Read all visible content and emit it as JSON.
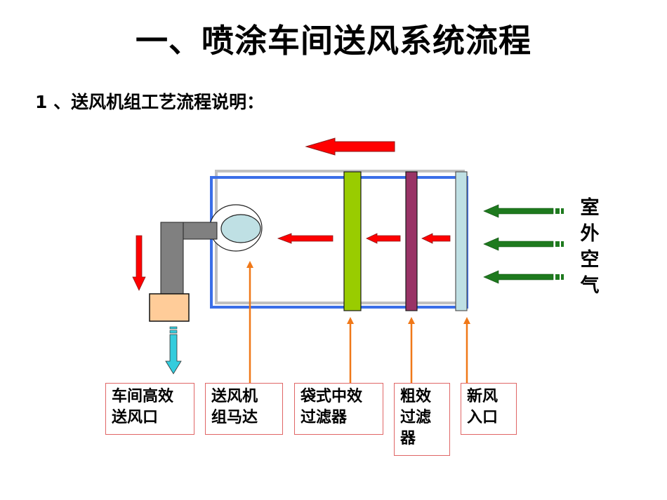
{
  "title": "一、喷涂车间送风系统流程",
  "subtitle": "1 、送风机组工艺流程说明：",
  "outdoor_air_label": [
    "室",
    "外",
    "空",
    "气"
  ],
  "labels": {
    "outlet": [
      "车间高效",
      "送风口"
    ],
    "fan_motor": [
      "送风机",
      "组马达"
    ],
    "bag_filter": [
      "袋式中效",
      "过滤器"
    ],
    "coarse_filter": [
      "粗效",
      "过滤",
      "器"
    ],
    "fresh_air_inlet": [
      "新风",
      "入口"
    ]
  },
  "colors": {
    "airflow_arrow": "#ff0000",
    "outdoor_arrow": "#1e7a1e",
    "pointer_arrow": "#f07818",
    "unit_outline": "#3a6ee8",
    "unit_shadow": "#c0c0c0",
    "bag_filter": "#99cc00",
    "coarse_filter": "#993366",
    "inlet_panel": "#bfe0e4",
    "fan": "#bfe0e4",
    "duct": "#808080",
    "outlet_box": "#ffcc99",
    "outlet_arrow": "#33ccdd",
    "label_border": "#e06666"
  }
}
